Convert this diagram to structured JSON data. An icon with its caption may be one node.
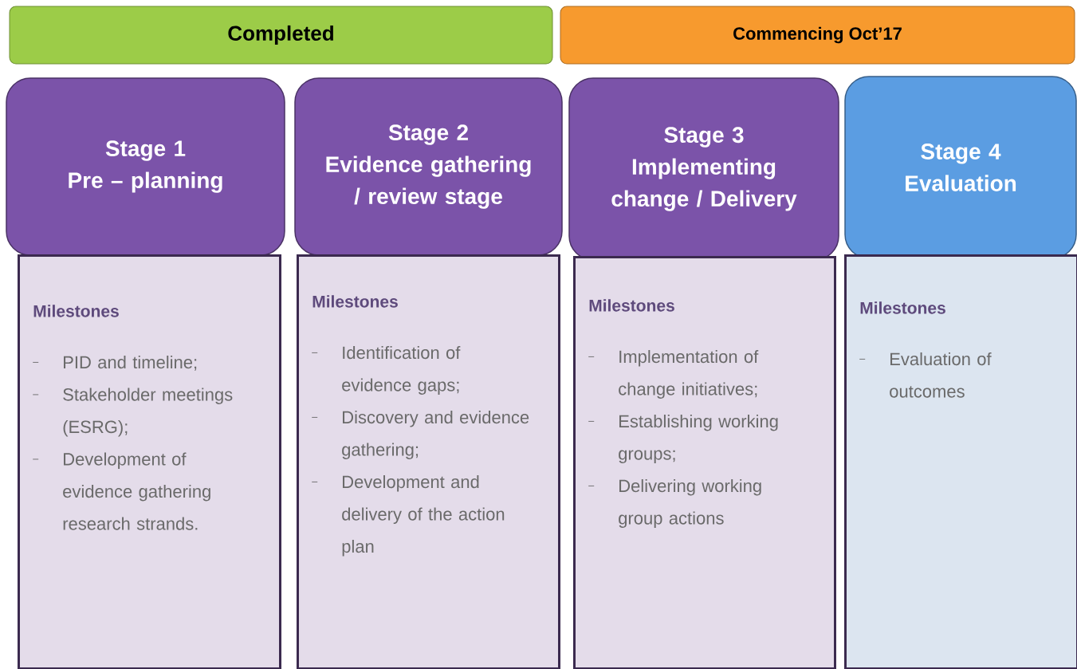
{
  "diagram": {
    "nodes": [
      {
        "text": [
          "Completed"
        ]
      },
      {
        "text": [
          "Commencing Oct’17"
        ]
      },
      {
        "text": [
          "Stage 1",
          "Pre – planning"
        ]
      },
      {
        "text": [
          "Stage 2",
          "Evidence gathering / review stage"
        ]
      },
      {
        "text": [
          "Stage 3",
          "Implementing change / Delivery"
        ]
      },
      {
        "text": [
          "Stage 4",
          "Evaluation"
        ]
      },
      {
        "text": [
          "Milestones",
          "PID and timeline;",
          "Stakeholder meetings (ESRG);",
          "Development of evidence gathering research strands."
        ]
      },
      {
        "text": [
          "Milestones",
          "Identification of evidence gaps;",
          "Discovery and evidence gathering;",
          "Development and delivery of the action plan"
        ]
      },
      {
        "text": [
          "Milestones",
          "Implementation of change initiatives;",
          "Establishing working groups;",
          "Delivering working group actions"
        ]
      },
      {
        "text": [
          "Milestones",
          "Evaluation of outcomes"
        ]
      }
    ],
    "edges": []
  }
}
